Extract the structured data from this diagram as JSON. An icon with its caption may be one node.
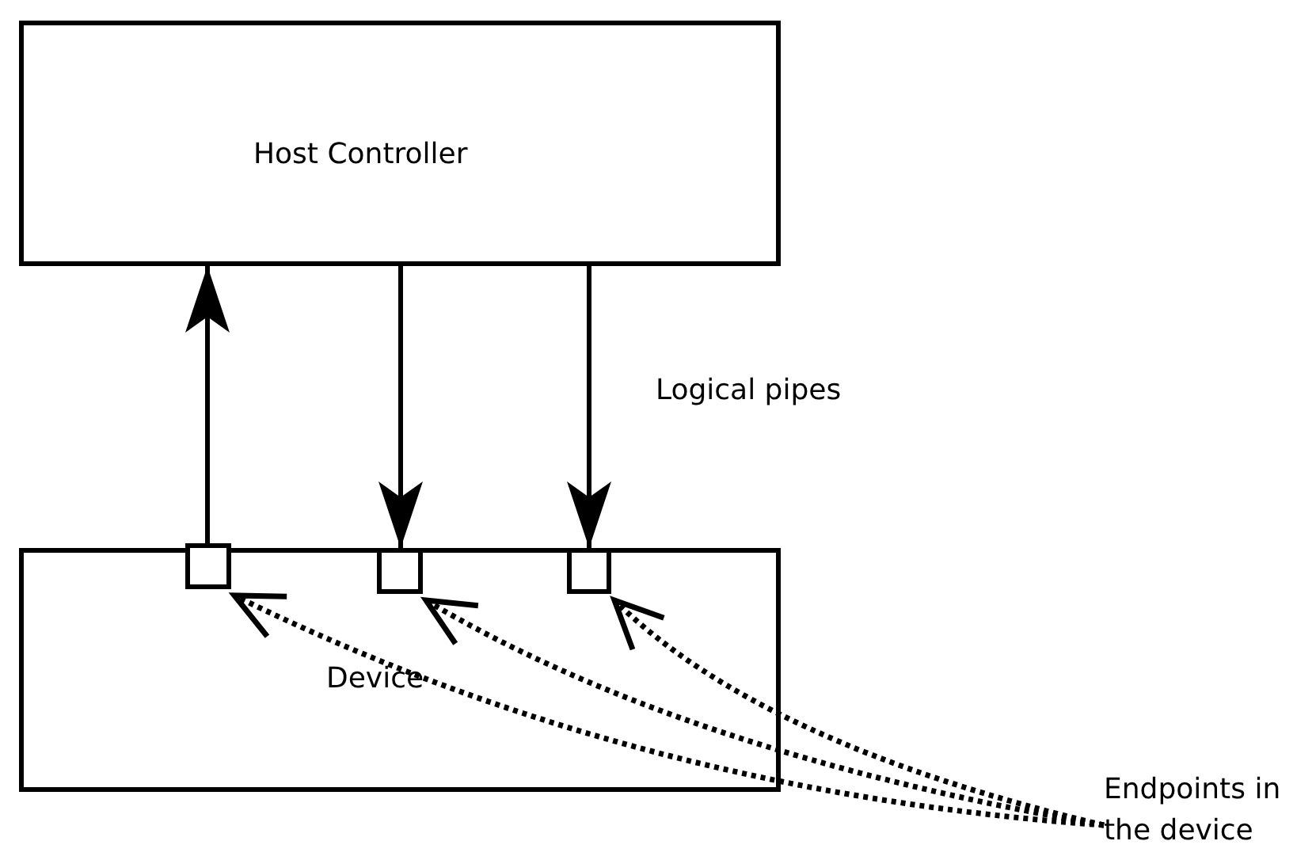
{
  "diagram": {
    "nodes": [
      {
        "text": [
          "Host Controller"
        ]
      },
      {
        "text": [
          "Device"
        ]
      },
      {
        "text": [],
        "shape": "box"
      },
      {
        "text": [],
        "shape": "box",
        "in": 1
      },
      {
        "text": [],
        "shape": "box",
        "in": 1
      },
      {
        "text": [
          "Endpoints in the device"
        ]
      }
    ],
    "edges": [
      {
        "from": 2,
        "to": 0,
        "arrow": "to"
      },
      {
        "from": 0,
        "to": 3,
        "arrow": "to"
      },
      {
        "from": 0,
        "to": 4,
        "arrow": "to"
      },
      {
        "from": 5,
        "to": 2,
        "arrow": "to",
        "style": "dashed"
      },
      {
        "from": 5,
        "to": 3,
        "arrow": "to",
        "style": "dashed"
      },
      {
        "from": 5,
        "to": 4,
        "arrow": "to",
        "style": "dashed"
      }
    ],
    "labels": [
      "Logical pipes"
    ]
  }
}
